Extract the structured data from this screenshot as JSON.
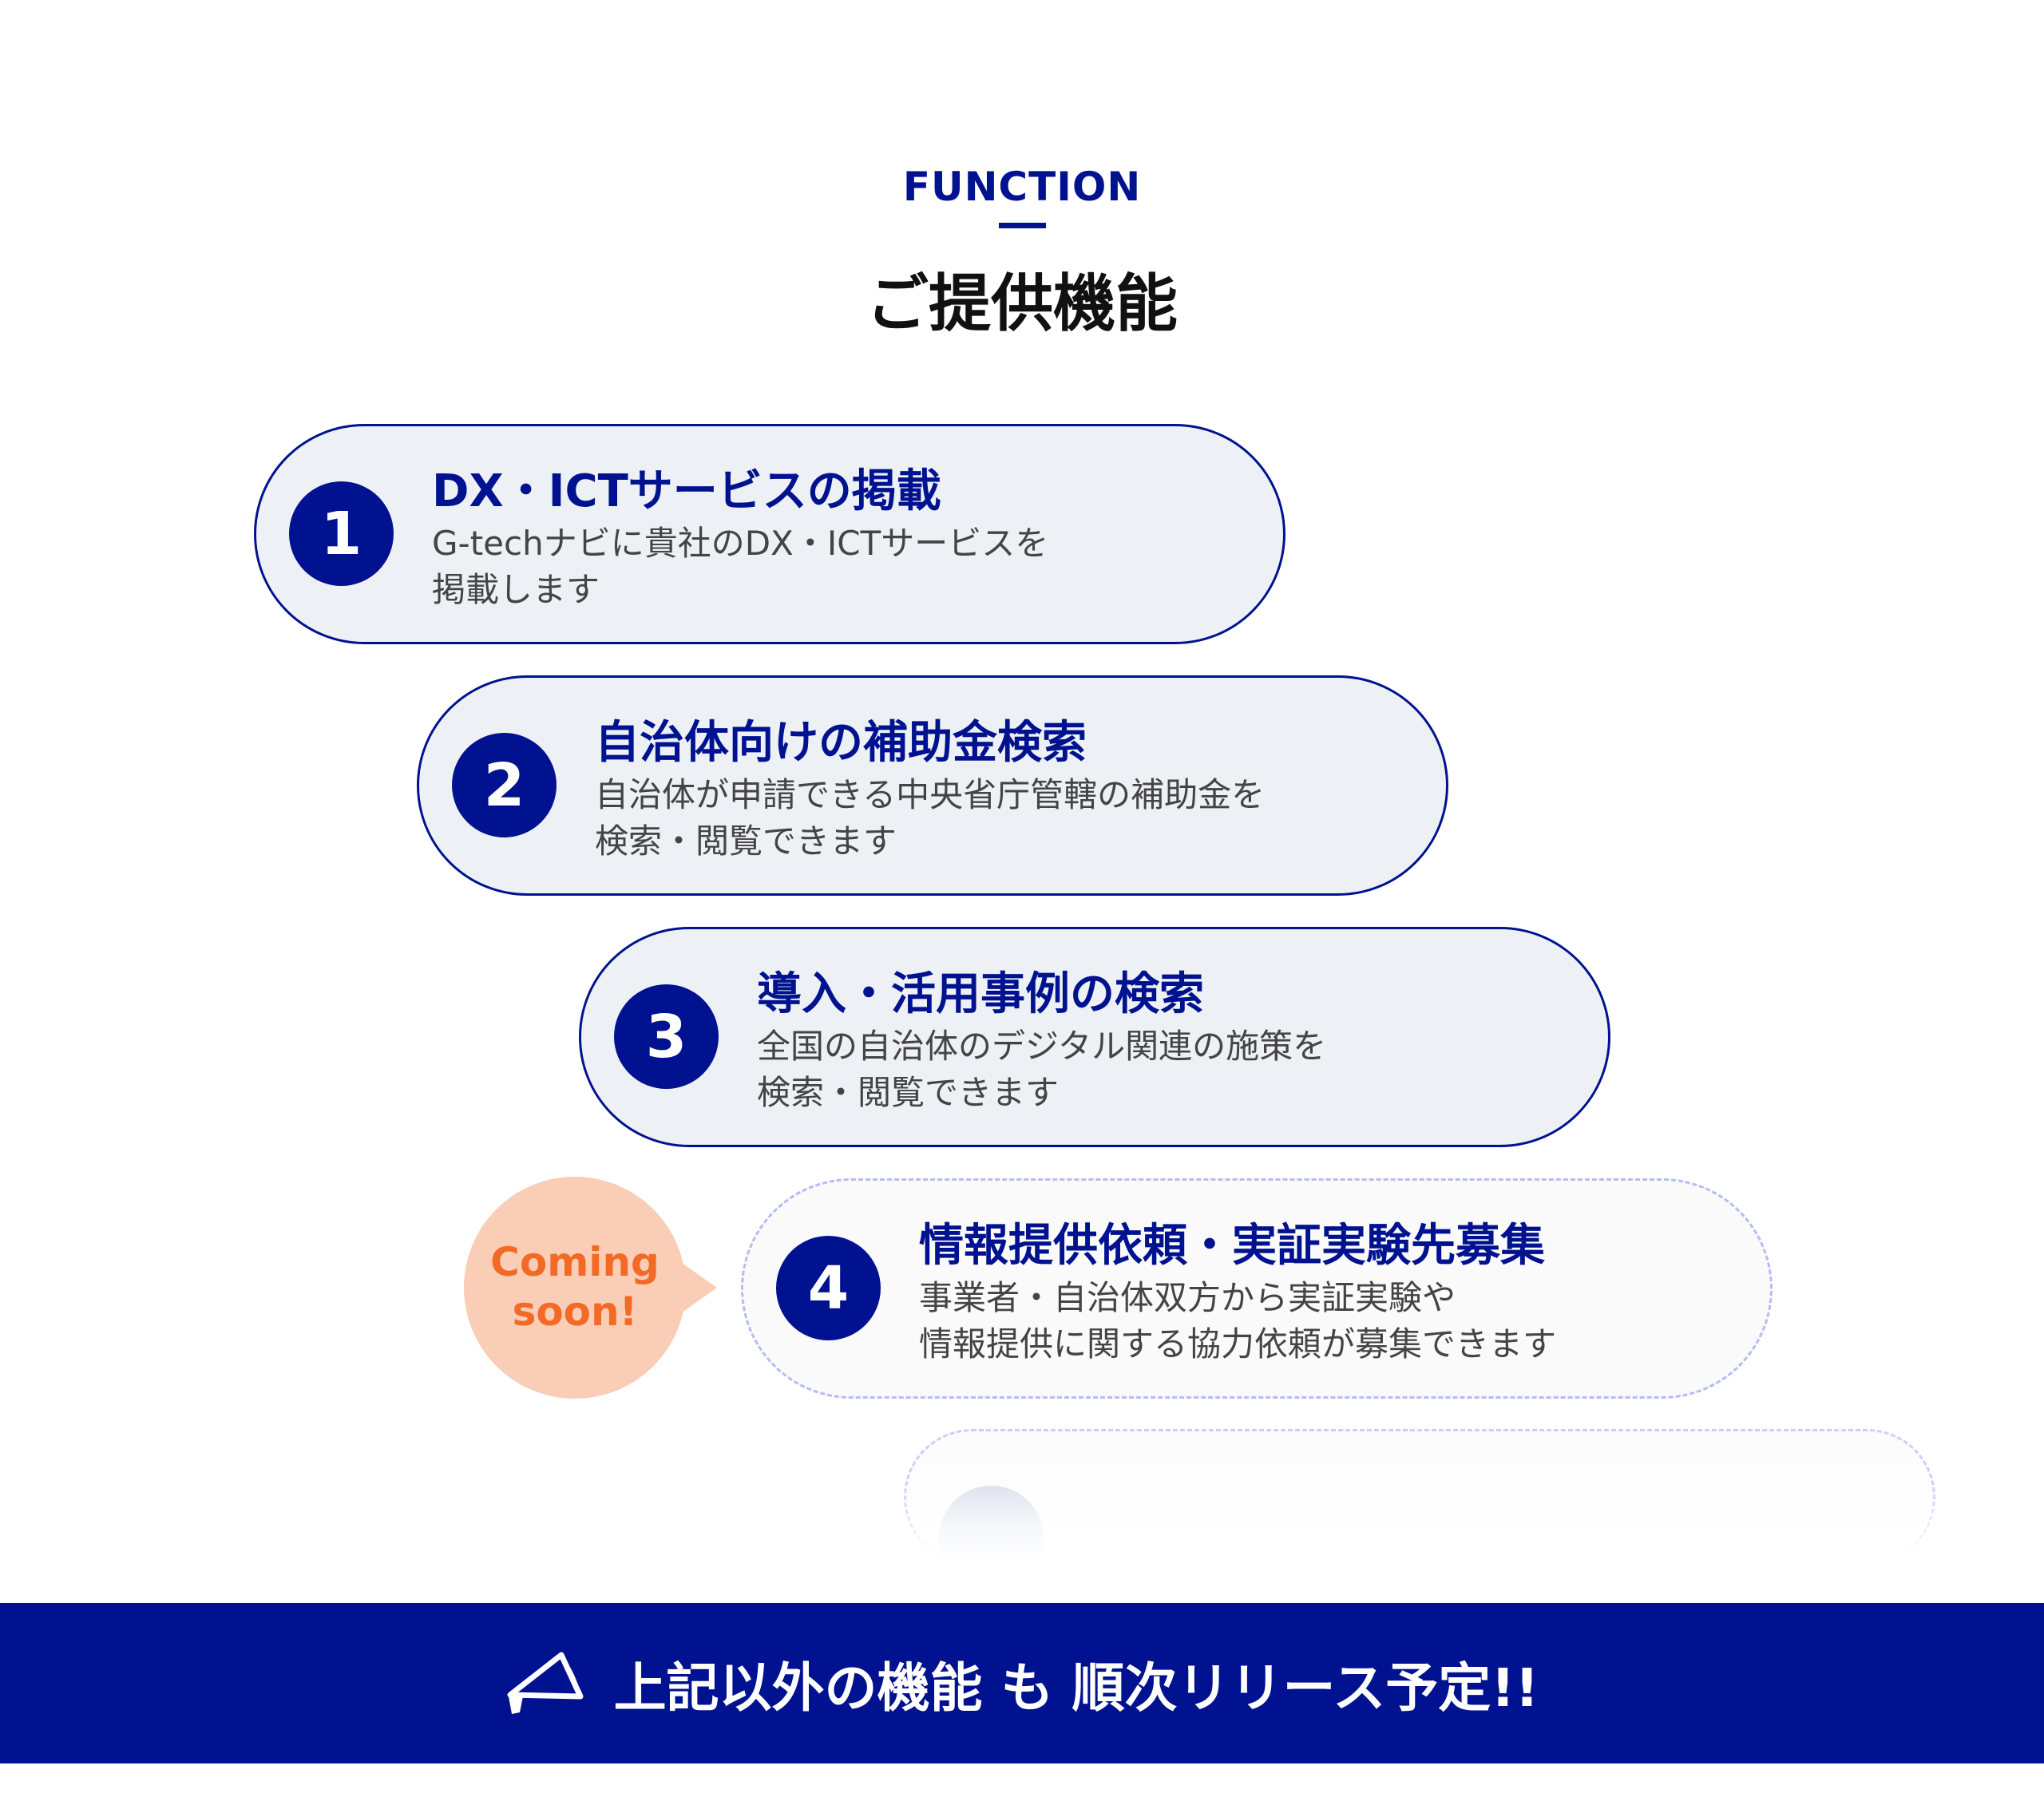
{
  "header": {
    "eyebrow": "FUNCTION",
    "title": "ご提供機能"
  },
  "features": [
    {
      "number": "1",
      "title": "DX・ICTサービスの掲載",
      "description": "G-techナビに貴社のDX・ICTサービスを\n掲載します"
    },
    {
      "number": "2",
      "title": "自治体向けの補助金検索",
      "description": "自治体が申請できる中央省庁管轄の補助金を\n検索・閲覧できます"
    },
    {
      "number": "3",
      "title": "導入・活用事例の検索",
      "description": "全国の自治体のデジタル関連の施策を\n検索・閲覧できます"
    },
    {
      "number": "4",
      "title": "情報提供依頼・実証実験先募集",
      "description": "事業者・自治体双方から実証実験や\n情報提供に関する協力依頼が募集できます",
      "badge": "Coming\nsoon!"
    }
  ],
  "banner": {
    "text": "上記以外の機能 も 順次リリース予定!!",
    "icon": "megaphone-icon"
  },
  "colors": {
    "primary": "#00128f",
    "badge_bg": "#f9cdb6",
    "badge_text": "#f26a25"
  }
}
